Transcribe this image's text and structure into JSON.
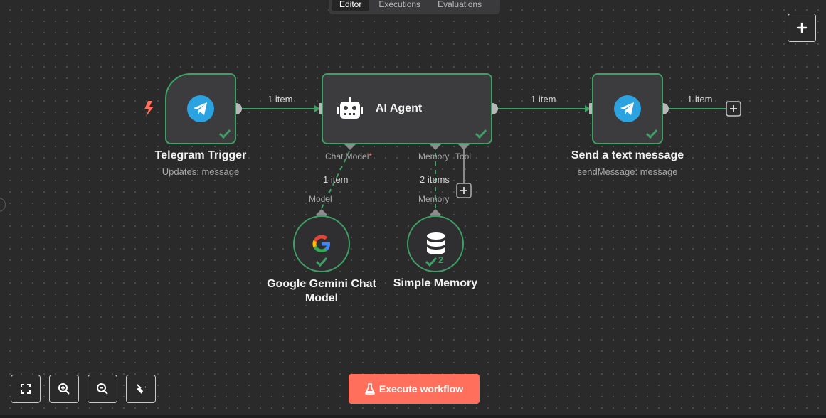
{
  "header": {
    "tabs": [
      {
        "label": "Editor",
        "active": true
      },
      {
        "label": "Executions",
        "active": false
      },
      {
        "label": "Evaluations",
        "active": false
      }
    ]
  },
  "toolbar": {
    "add_node_icon": "plus-icon"
  },
  "nodes": {
    "telegram_trigger": {
      "title": "Telegram Trigger",
      "subtitle": "Updates: message",
      "icon": "telegram-icon"
    },
    "ai_agent": {
      "title": "AI Agent",
      "icon": "robot-icon"
    },
    "send_message": {
      "title": "Send a text message",
      "subtitle": "sendMessage: message",
      "icon": "telegram-icon"
    },
    "gemini": {
      "title_line1": "Google Gemini Chat",
      "title_line2": "Model",
      "icon": "google-icon"
    },
    "memory": {
      "title": "Simple Memory",
      "icon": "database-icon",
      "run_count": "2"
    }
  },
  "connections": {
    "trigger_to_agent": "1 item",
    "agent_to_send": "1 item",
    "send_output": "1 item",
    "gemini_to_agent": "1 item",
    "memory_to_agent": "2 items"
  },
  "ports": {
    "chat_model": "Chat Model",
    "chat_model_required": "*",
    "memory": "Memory",
    "tool": "Tool",
    "model": "Model",
    "memory_out": "Memory"
  },
  "canvas_controls": {
    "fit_view_icon": "fit-view-icon",
    "zoom_in_icon": "zoom-in-icon",
    "zoom_out_icon": "zoom-out-icon",
    "tidy_icon": "broom-icon"
  },
  "execute_button": {
    "label": "Execute workflow",
    "icon": "flask-icon"
  },
  "colors": {
    "success": "#3fa065",
    "accent": "#ff6f5c",
    "telegram": "#2aa3e0"
  }
}
